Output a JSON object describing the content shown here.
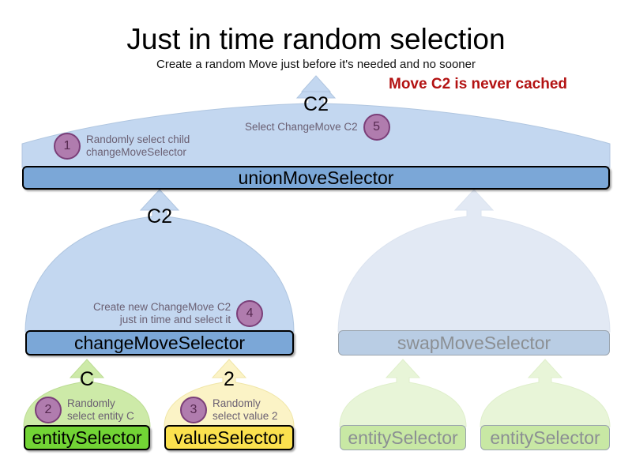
{
  "header": {
    "title": "Just in time random selection",
    "subtitle": "Create a random Move just before it's needed and no sooner",
    "warning": "Move C2 is never cached",
    "warning_color": "#b31212"
  },
  "palette": {
    "balloon_blue": "#c3d7f0",
    "balloon_blue_faded": "#e2e9f4",
    "balloon_green": "#cdeaa8",
    "balloon_green_faded": "#e8f5d8",
    "balloon_yellow": "#fbf3c6",
    "node_blue": "#7ba7d7",
    "node_blue_faded": "#b9cde4",
    "node_green": "#72d435",
    "node_green_faded": "#c8e8a4",
    "node_yellow": "#fbe14e",
    "badge_fill": "#b07cae",
    "badge_border": "#7b3f79",
    "annotation_text": "#6a5f72"
  },
  "nodes": [
    {
      "id": "union",
      "label": "unionMoveSelector",
      "state": "active"
    },
    {
      "id": "change",
      "label": "changeMoveSelector",
      "state": "active"
    },
    {
      "id": "swap",
      "label": "swapMoveSelector",
      "state": "faded"
    },
    {
      "id": "entity-c",
      "label": "entitySelector",
      "state": "active"
    },
    {
      "id": "value-2",
      "label": "valueSelector",
      "state": "active"
    },
    {
      "id": "swap-entity-1",
      "label": "entitySelector",
      "state": "faded"
    },
    {
      "id": "swap-entity-2",
      "label": "entitySelector",
      "state": "faded"
    }
  ],
  "flow_marks": [
    {
      "id": "union-out",
      "text": "C2"
    },
    {
      "id": "change-out",
      "text": "C2"
    },
    {
      "id": "entity-out",
      "text": "C"
    },
    {
      "id": "value-out",
      "text": "2"
    }
  ],
  "annotations": [
    {
      "number": "1",
      "text": "Randomly select child\nchangeMoveSelector",
      "align": "left"
    },
    {
      "number": "5",
      "text": "Select ChangeMove C2",
      "align": "right"
    },
    {
      "number": "4",
      "text": "Create new ChangeMove C2\njust in time and select it",
      "align": "right"
    },
    {
      "number": "2",
      "text": "Randomly\nselect entity C",
      "align": "left"
    },
    {
      "number": "3",
      "text": "Randomly\nselect value 2",
      "align": "left"
    }
  ]
}
